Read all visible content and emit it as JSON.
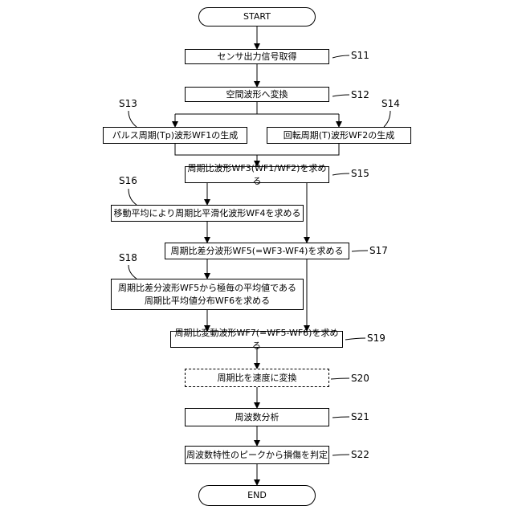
{
  "flowchart": {
    "start": "START",
    "end": "END",
    "steps": [
      {
        "id": "S11",
        "label": "センサ出力信号取得"
      },
      {
        "id": "S12",
        "label": "空間波形へ変換"
      },
      {
        "id": "S13",
        "label": "パルス周期(Tp)波形WF1の生成"
      },
      {
        "id": "S14",
        "label": "回転周期(T)波形WF2の生成"
      },
      {
        "id": "S15",
        "label": "周期比波形WF3(WF1/WF2)を求める"
      },
      {
        "id": "S16",
        "label": "移動平均により周期比平滑化波形WF4を求める"
      },
      {
        "id": "S17",
        "label": "周期比差分波形WF5(=WF3-WF4)を求める"
      },
      {
        "id": "S18",
        "label": "周期比差分波形WF5から極毎の平均値である\n周期比平均値分布WF6を求める"
      },
      {
        "id": "S19",
        "label": "周期比変動波形WF7(=WF5-WF6)を求める"
      },
      {
        "id": "S20",
        "label": "周期比を速度に変換"
      },
      {
        "id": "S21",
        "label": "周波数分析"
      },
      {
        "id": "S22",
        "label": "周波数特性のピークから損傷を判定"
      }
    ]
  }
}
